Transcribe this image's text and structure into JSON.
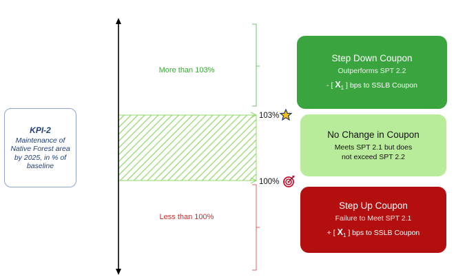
{
  "kpi": {
    "title": "KPI-2",
    "description": "Maintenance of Native Forest area by 2025, in % of baseline"
  },
  "ranges": {
    "upper": "More than 103%",
    "lower": "Less than 100%"
  },
  "thresholds": {
    "high": "103%",
    "low": "100%"
  },
  "coupons": {
    "step_down": {
      "title": "Step Down Coupon",
      "line1": "Outperforms SPT 2.2",
      "sign": "- [",
      "var": "X",
      "sub": "1",
      "suffix": "] bps to SSLB Coupon"
    },
    "no_change": {
      "title": "No Change in Coupon",
      "line1": "Meets SPT 2.1 but does",
      "line2": "not exceed SPT 2.2"
    },
    "step_up": {
      "title": "Step Up Coupon",
      "line1": "Failure to Meet SPT 2.1",
      "sign": "+ [",
      "var": "X",
      "sub": "1",
      "suffix": "] bps to SSLB Coupon"
    }
  },
  "colors": {
    "green": "#3aa43f",
    "light_green": "#b9ec9a",
    "red": "#b30f0f",
    "kpi_blue": "#1f3f7a",
    "star": "#f2c21b",
    "target": "#c8102e"
  },
  "icons": {
    "high": "star-icon",
    "low": "target-icon"
  }
}
